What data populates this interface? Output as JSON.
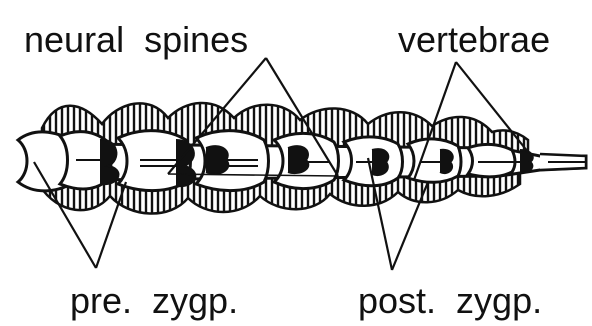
{
  "labels": {
    "neural_spines": "neural  spines",
    "vertebrae": "vertebrae",
    "pre_zygapophysis": "pre.  zygp.",
    "post_zygapophysis": "post.  zygp."
  },
  "colors": {
    "ink": "#111111",
    "paper": "#ffffff"
  }
}
